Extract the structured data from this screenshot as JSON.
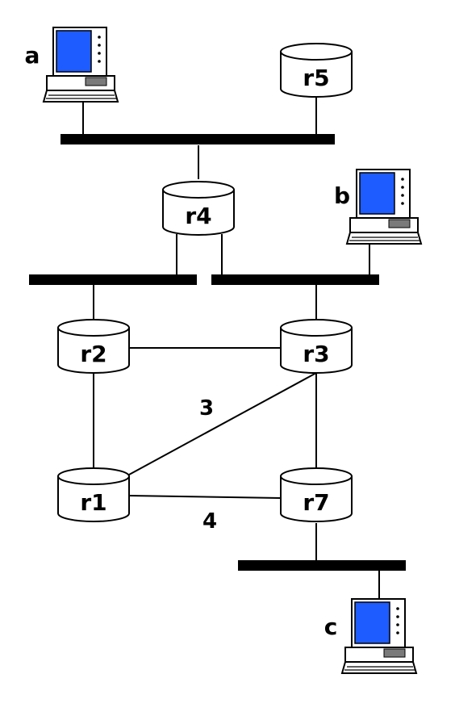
{
  "hosts": {
    "a": {
      "label": "a"
    },
    "b": {
      "label": "b"
    },
    "c": {
      "label": "c"
    }
  },
  "routers": {
    "r1": {
      "label": "r1"
    },
    "r2": {
      "label": "r2"
    },
    "r3": {
      "label": "r3"
    },
    "r4": {
      "label": "r4"
    },
    "r5": {
      "label": "r5"
    },
    "r7": {
      "label": "r7"
    }
  },
  "link_weights": {
    "r1_r3": "3",
    "r1_r7": "4"
  },
  "colors": {
    "screen": "#1e5cff",
    "bus": "#000000",
    "line": "#000000"
  }
}
